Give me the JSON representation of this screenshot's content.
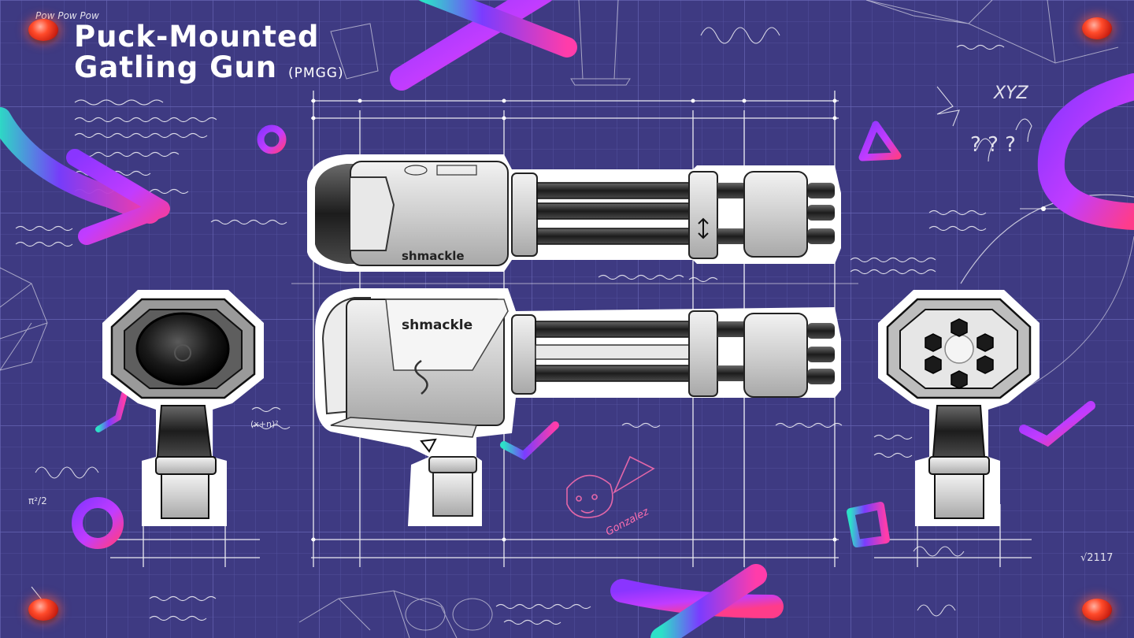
{
  "title": {
    "line1": "Puck-Mounted",
    "line2": "Gatling Gun",
    "abbreviation": "(PMGG)",
    "corner_note": "Pow Pow Pow"
  },
  "brand": {
    "name": "shmackle",
    "name_top": "shmackle"
  },
  "notes": {
    "question": "? ? ?",
    "xyz": "XYZ",
    "signature": "Gonzalez",
    "formula": "(x+n)²",
    "fraction": "π²/2",
    "root": "√2117"
  },
  "colors": {
    "background": "#3e3a82",
    "grid": "#5a57a6",
    "accent_purple": "#b23cff",
    "accent_pink": "#ff3cbf",
    "accent_teal": "#2de0c8",
    "pin_red": "#ff3a1f",
    "sticker_outline": "#ffffff",
    "metal": "#d8d8d8"
  },
  "icons": [
    "pushpin-icon",
    "arrow-stroke-icon",
    "x-stroke-icon",
    "circle-stroke-icon",
    "triangle-stroke-icon",
    "square-stroke-icon",
    "checkmark-stroke-icon",
    "swap-arrows-icon"
  ]
}
